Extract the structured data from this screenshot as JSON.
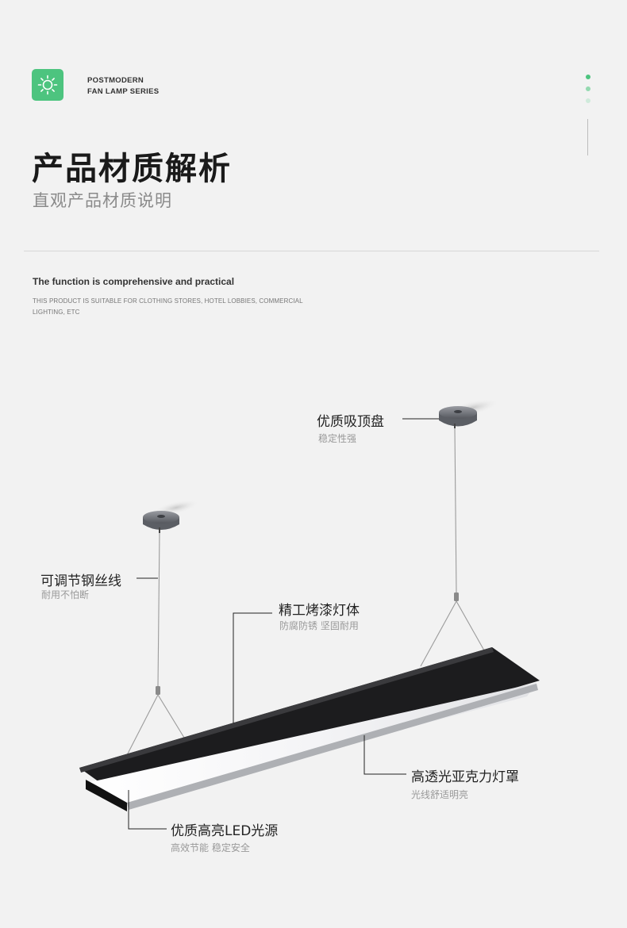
{
  "header": {
    "logo_icon": "sun-icon",
    "brand_line1": "POSTMODERN",
    "brand_line2": "FAN LAMP SERIES",
    "accent_color": "#4dc47f"
  },
  "section": {
    "title": "产品材质解析",
    "subtitle": "直观产品材质说明",
    "heading": "The function is comprehensive and practical",
    "description": "THIS PRODUCT IS SUITABLE FOR CLOTHING STORES, HOTEL LOBBIES, COMMERCIAL LIGHTING, ETC"
  },
  "callouts": {
    "ceiling": {
      "label": "优质吸顶盘",
      "sub": "稳定性强"
    },
    "wire": {
      "label": "可调节钢丝线",
      "sub": "耐用不怕断"
    },
    "body": {
      "label": "精工烤漆灯体",
      "sub": "防腐防锈 坚固耐用"
    },
    "cover": {
      "label": "高透光亚克力灯罩",
      "sub": "光线舒适明亮"
    },
    "led": {
      "label": "优质高亮LED光源",
      "sub": "高效节能 稳定安全"
    }
  }
}
